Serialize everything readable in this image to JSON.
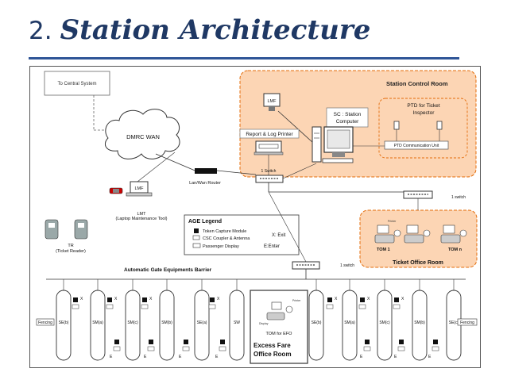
{
  "title": {
    "number": "2.",
    "text": "Station Architecture"
  },
  "labels": {
    "to_central": "To Central System",
    "station_control_room": "Station Control Room",
    "dmrc_wan": "DMRC WAN",
    "lmf_top": "LMF",
    "lmf_left": "LMF",
    "sc_line1": "SC : Station",
    "sc_line2": "Computer",
    "report_printer": "Report & Log Printer",
    "ptd_line1": "PTD for Ticket",
    "ptd_line2": "Inspector",
    "ptd_comm": "PTD Communication Unit",
    "switch_1a": "1 Switch",
    "switch_1b": "1 switch",
    "switch_1c": "1 switch",
    "lan_router": "Lan/Wan Router",
    "lmt_line1": "LMT",
    "lmt_line2": "(Laptop Maintenance Tool)",
    "tr_line1": "TR",
    "tr_line2": "(Ticket Reader)",
    "ticket_office_room": "Ticket Office Room",
    "tom1": "TOM 1",
    "tomn": "TOM n",
    "agb": "Automatic Gate Equipments  Barrier",
    "excess_fare_line1": "Excess Fare",
    "excess_fare_line2": "Office Room",
    "tom_efo": "TOM for EFO",
    "fencing_left": "Fencing",
    "fencing_right": "Fencing",
    "printer_small": "Printer",
    "display_small": "Display"
  },
  "legend": {
    "title": "AGE  Legend",
    "items": [
      "Token Capture Module",
      "CSC Coupler & Antenna",
      "Passenger Display"
    ],
    "exit": "X: Exit",
    "enter": "E:Enter"
  },
  "gates": [
    "SE(b)",
    "SM(a)",
    "SM(c)",
    "SM(b)",
    "SE(a)",
    "SW",
    "SE(b)",
    "SM(a)",
    "SM(c)",
    "SM(b)",
    "SE(c)"
  ],
  "markers": {
    "x": "X",
    "e": "E"
  },
  "colors": {
    "room_fill": "#fcd5b4",
    "room_border": "#e46c0a",
    "title_blue": "#1f3864"
  }
}
